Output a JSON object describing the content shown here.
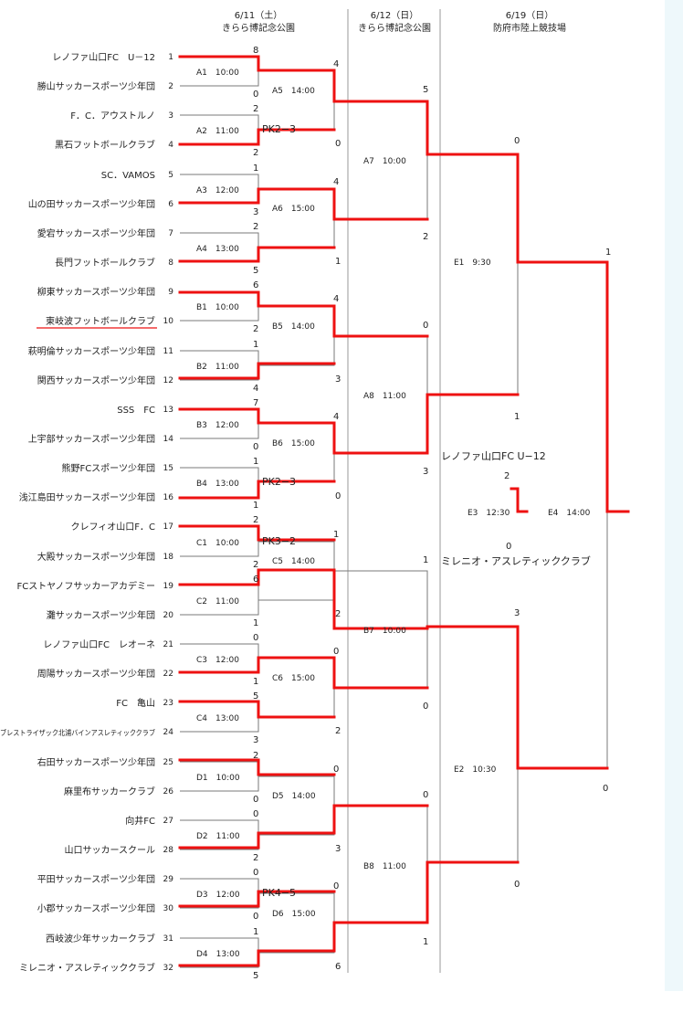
{
  "headers": [
    {
      "date": "6/11（土）",
      "venue": "きらら博記念公園"
    },
    {
      "date": "6/12（日）",
      "venue": "きらら博記念公園"
    },
    {
      "date": "6/19（日）",
      "venue": "防府市陸上競技場"
    }
  ],
  "teams": [
    {
      "no": "1",
      "name": "レノファ山口FC　U－12"
    },
    {
      "no": "2",
      "name": "勝山サッカースポーツ少年団"
    },
    {
      "no": "3",
      "name": "F．C．アウストルノ"
    },
    {
      "no": "4",
      "name": "黒石フットボールクラブ"
    },
    {
      "no": "5",
      "name": "SC．VAMOS"
    },
    {
      "no": "6",
      "name": "山の田サッカースポーツ少年団"
    },
    {
      "no": "7",
      "name": "愛宕サッカースポーツ少年団"
    },
    {
      "no": "8",
      "name": "長門フットボールクラブ"
    },
    {
      "no": "9",
      "name": "柳東サッカースポーツ少年団"
    },
    {
      "no": "10",
      "name": "東岐波フットボールクラブ"
    },
    {
      "no": "11",
      "name": "萩明倫サッカースポーツ少年団"
    },
    {
      "no": "12",
      "name": "関西サッカースポーツ少年団"
    },
    {
      "no": "13",
      "name": "SSS　FC"
    },
    {
      "no": "14",
      "name": "上宇部サッカースポーツ少年団"
    },
    {
      "no": "15",
      "name": "熊野FCスポーツ少年団"
    },
    {
      "no": "16",
      "name": "浅江島田サッカースポーツ少年団"
    },
    {
      "no": "17",
      "name": "クレフィオ山口F．C"
    },
    {
      "no": "18",
      "name": "大殿サッカースポーツ少年団"
    },
    {
      "no": "19",
      "name": "FCストヤノフサッカーアカデミー"
    },
    {
      "no": "20",
      "name": "灘サッカースポーツ少年団"
    },
    {
      "no": "21",
      "name": "レノファ山口FC　レオーネ"
    },
    {
      "no": "22",
      "name": "周陽サッカースポーツ少年団"
    },
    {
      "no": "23",
      "name": "FC　亀山"
    },
    {
      "no": "24",
      "name": "ブレストライザック北浦バインアスレティッククラブ"
    },
    {
      "no": "25",
      "name": "右田サッカースポーツ少年団"
    },
    {
      "no": "26",
      "name": "麻里布サッカークラブ"
    },
    {
      "no": "27",
      "name": "向井FC"
    },
    {
      "no": "28",
      "name": "山口サッカースクール"
    },
    {
      "no": "29",
      "name": "平田サッカースポーツ少年団"
    },
    {
      "no": "30",
      "name": "小郡サッカースポーツ少年団"
    },
    {
      "no": "31",
      "name": "西岐波少年サッカークラブ"
    },
    {
      "no": "32",
      "name": "ミレニオ・アスレティッククラブ"
    }
  ],
  "matches": {
    "r1": [
      {
        "label": "A1　10:00",
        "top": "8",
        "bottom": "0",
        "pk": ""
      },
      {
        "label": "A2　11:00",
        "top": "2",
        "bottom": "2",
        "pk": "PK2−3"
      },
      {
        "label": "A3　12:00",
        "top": "1",
        "bottom": "3",
        "pk": ""
      },
      {
        "label": "A4　13:00",
        "top": "2",
        "bottom": "5",
        "pk": ""
      },
      {
        "label": "B1　10:00",
        "top": "6",
        "bottom": "2",
        "pk": ""
      },
      {
        "label": "B2　11:00",
        "top": "1",
        "bottom": "4",
        "pk": ""
      },
      {
        "label": "B3　12:00",
        "top": "7",
        "bottom": "0",
        "pk": ""
      },
      {
        "label": "B4　13:00",
        "top": "1",
        "bottom": "1",
        "pk": "PK2−3"
      },
      {
        "label": "C1　10:00",
        "top": "2",
        "bottom": "2",
        "pk": "PK3−2"
      },
      {
        "label": "C2　11:00",
        "top": "6",
        "bottom": "1",
        "pk": ""
      },
      {
        "label": "C3　12:00",
        "top": "0",
        "bottom": "1",
        "pk": ""
      },
      {
        "label": "C4　13:00",
        "top": "5",
        "bottom": "3",
        "pk": ""
      },
      {
        "label": "D1　10:00",
        "top": "2",
        "bottom": "0",
        "pk": ""
      },
      {
        "label": "D2　11:00",
        "top": "0",
        "bottom": "2",
        "pk": ""
      },
      {
        "label": "D3　12:00",
        "top": "0",
        "bottom": "0",
        "pk": "PK4−5"
      },
      {
        "label": "D4　13:00",
        "top": "1",
        "bottom": "5",
        "pk": ""
      }
    ],
    "r2": [
      {
        "label": "A5　14:00",
        "top": "4",
        "bottom": "0"
      },
      {
        "label": "A6　15:00",
        "top": "4",
        "bottom": "1"
      },
      {
        "label": "B5　14:00",
        "top": "4",
        "bottom": "3"
      },
      {
        "label": "B6　15:00",
        "top": "4",
        "bottom": "0"
      },
      {
        "label": "C5　14:00",
        "top": "1",
        "bottom": "2"
      },
      {
        "label": "C6　15:00",
        "top": "0",
        "bottom": "2"
      },
      {
        "label": "D5　14:00",
        "top": "0",
        "bottom": "3"
      },
      {
        "label": "D6　15:00",
        "top": "0",
        "bottom": "6"
      }
    ],
    "r3": [
      {
        "label": "A7　10:00",
        "top": "5",
        "bottom": "2"
      },
      {
        "label": "A8　11:00",
        "top": "0",
        "bottom": "3"
      },
      {
        "label": "B7　10:00",
        "top": "1",
        "bottom": "0"
      },
      {
        "label": "B8　11:00",
        "top": "0",
        "bottom": "1"
      }
    ],
    "r4": [
      {
        "label": "E1　9:30",
        "top": "0",
        "bottom": "1"
      },
      {
        "label": "E2　10:30",
        "top": "3",
        "bottom": "0"
      }
    ],
    "final": {
      "label": "E4　14:00",
      "top": "1",
      "bottom": "0"
    },
    "third": {
      "label": "E3　12:30",
      "top_name": "レノファ山口FC U−12",
      "top_score": "2",
      "bottom_name": "ミレニオ・アスレティッククラブ",
      "bottom_score": "0"
    }
  },
  "colors": {
    "winner_line": "#ee1111",
    "bracket_line": "#7a7a7a"
  }
}
